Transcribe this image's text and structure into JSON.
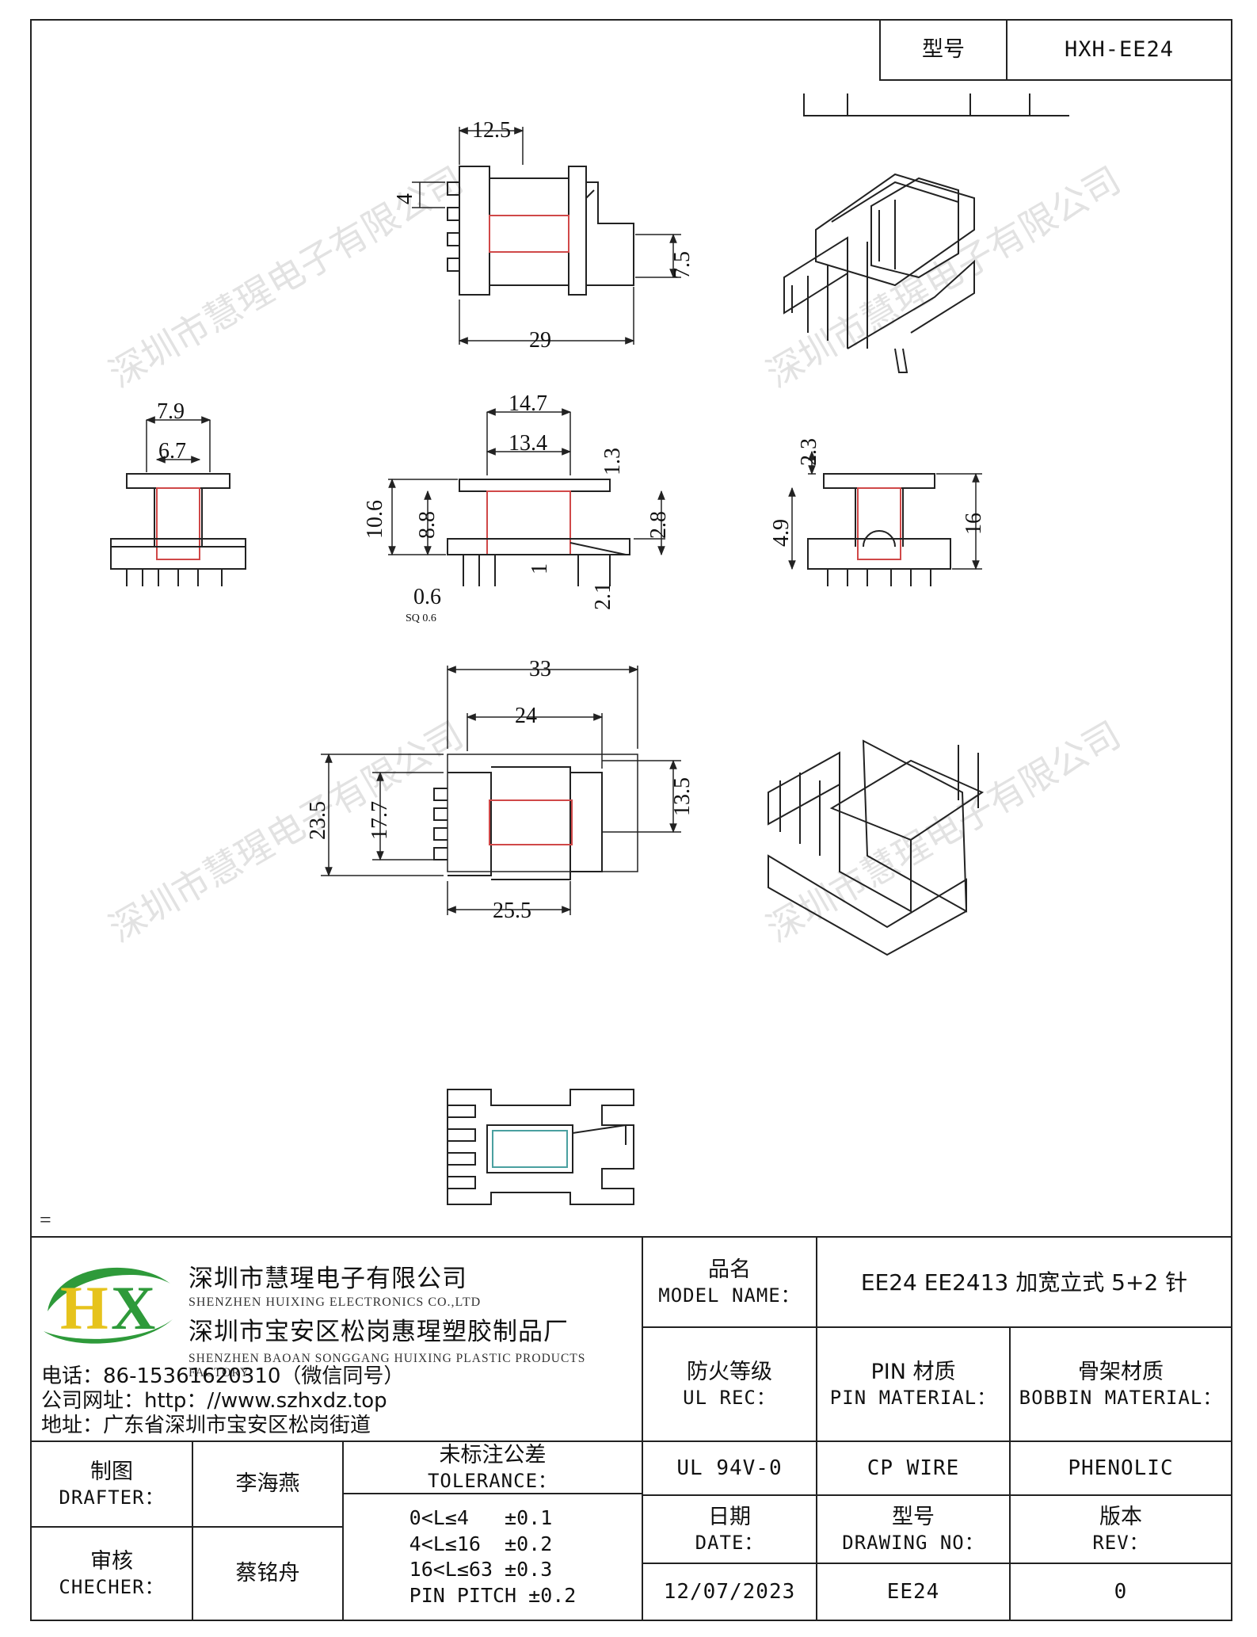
{
  "header": {
    "model_label": "型号",
    "model_value": "HXH-EE24"
  },
  "dimensions": {
    "top_view": [
      "12.5",
      "4",
      "7.5",
      "29"
    ],
    "front_view": [
      "14.7",
      "13.4",
      "1.3",
      "10.6",
      "8.8",
      "2.8",
      "1",
      "0.6",
      "SQ 0.6",
      "2.1"
    ],
    "left_view": [
      "7.9",
      "6.7"
    ],
    "right_view": [
      "2.3",
      "4.9",
      "16"
    ],
    "bottom_view": [
      "33",
      "24",
      "13.5",
      "23.5",
      "17.7",
      "25.5"
    ]
  },
  "watermark": {
    "text": "深圳市慧瑆电子有限公司"
  },
  "misc_mark": "=",
  "company": {
    "name_cn": "深圳市慧瑆电子有限公司",
    "name_en": "SHENZHEN HUIXING ELECTRONICS CO.,LTD",
    "factory_cn": "深圳市宝安区松岗惠瑆塑胶制品厂",
    "factory_en": "SHENZHEN BAOAN SONGGANG HUIXING PLASTIC PRODUCTS FACTORY",
    "logo_text": "HX",
    "logo_colors": {
      "green": "#2e9a3a",
      "yellow": "#e6c31c"
    }
  },
  "contact": {
    "phone": "电话：86-15361620310（微信同号）",
    "website": "公司网址：http：//www.szhxdz.top",
    "address": "地址：广东省深圳市宝安区松岗街道"
  },
  "title_block": {
    "model_name_cn": "品名",
    "model_name_en": "MODEL NAME：",
    "model_name_value": "EE24 EE2413 加宽立式 5+2 针",
    "ul_cn": "防火等级",
    "ul_en": "UL REC：",
    "pin_cn": "PIN 材质",
    "pin_en": "PIN MATERIAL：",
    "bobbin_cn": "骨架材质",
    "bobbin_en": "BOBBIN MATERIAL：",
    "ul_value": "UL 94V-0",
    "pin_value": "CP WIRE",
    "bobbin_value": "PHENOLIC",
    "date_cn": "日期",
    "date_en": "DATE：",
    "drawing_cn": "型号",
    "drawing_en": "DRAWING NO：",
    "rev_cn": "版本",
    "rev_en": "REV：",
    "date_value": "12/07/2023",
    "drawing_value": "EE24",
    "rev_value": "0",
    "drafter_cn": "制图",
    "drafter_en": "DRAFTER：",
    "drafter_name": "李海燕",
    "checker_cn": "审核",
    "checker_en": "CHECHER：",
    "checker_name": "蔡铭舟",
    "tol_cn": "未标注公差",
    "tol_en": "TOLERANCE：",
    "tolerances": [
      "0<L≤4   ±0.1",
      "4<L≤16  ±0.2",
      "16<L≤63 ±0.3",
      "PIN PITCH ±0.2"
    ]
  },
  "colors": {
    "line": "#222222",
    "coil": "#d04848",
    "watermark": "#9a9a9a"
  }
}
